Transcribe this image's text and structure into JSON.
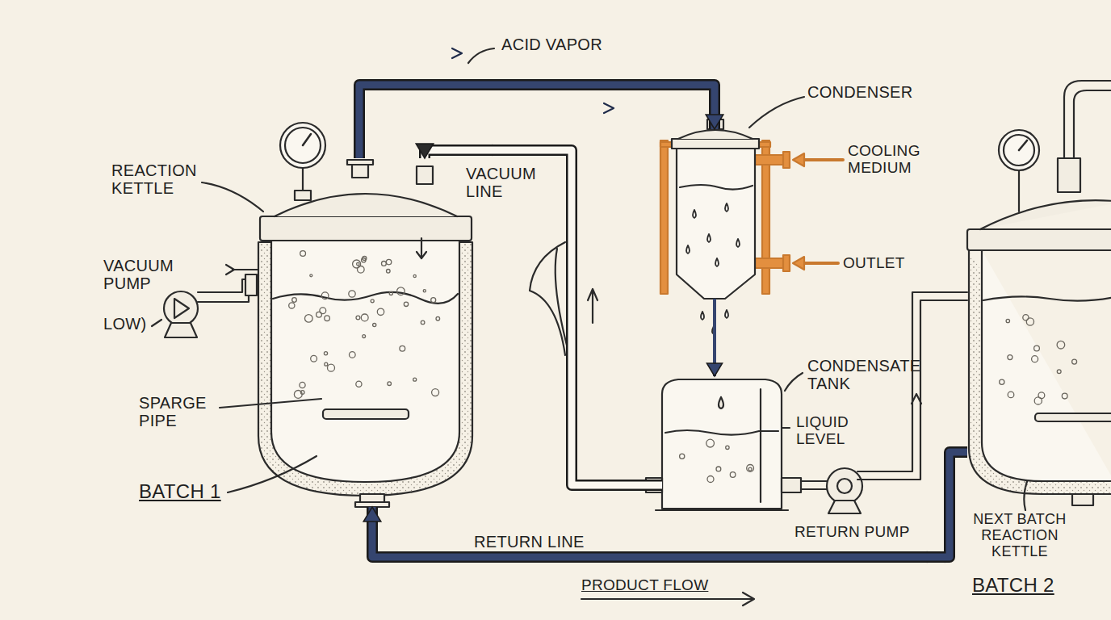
{
  "diagram": {
    "nodes": [
      {
        "text": [
          "REACTION KETTLE"
        ]
      },
      {
        "text": [
          "CONDENSER"
        ]
      },
      {
        "text": [
          "CONDENSATE TANK"
        ]
      },
      {
        "text": [
          "NEXT BATCH REACTION KETTLE"
        ]
      }
    ],
    "edges": [
      {
        "from": 0,
        "to": 1,
        "label": "ACID VAPOR",
        "arrow": "to"
      },
      {
        "from": 1,
        "to": 2,
        "arrow": "to"
      },
      {
        "from": 2,
        "to": 0,
        "label": "VACUUM LINE",
        "arrow": "to"
      },
      {
        "from": 3,
        "to": 0,
        "label": "RETURN LINE",
        "arrow": "to"
      }
    ],
    "labels": [
      "COOLING MEDIUM",
      "OUTLET",
      "VACUUM PUMP",
      "LOW)",
      "SPARGE PIPE",
      "BATCH 1",
      "LIQUID LEVEL",
      "RETURN PUMP",
      "PRODUCT FLOW",
      "BATCH 2"
    ]
  }
}
